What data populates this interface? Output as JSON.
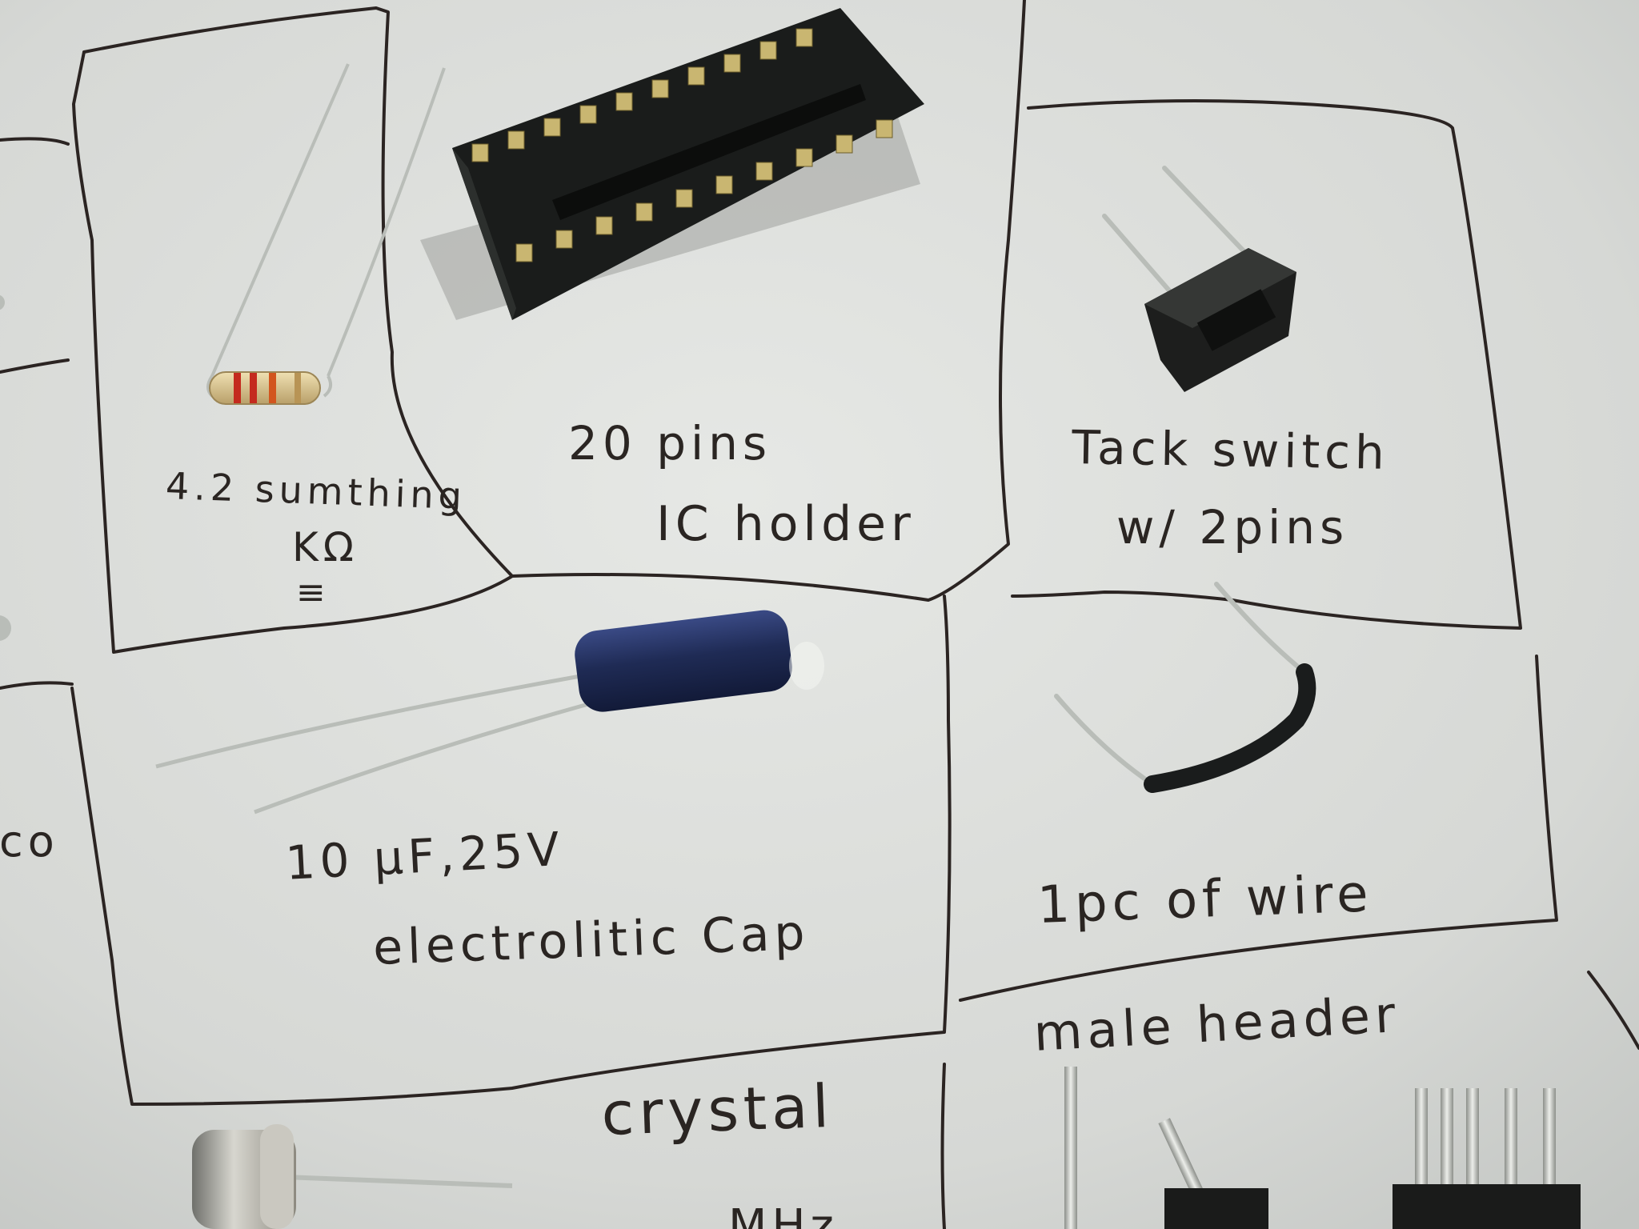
{
  "labels": {
    "resistor_value": "4.2 sumthing",
    "resistor_unit": "KΩ",
    "resistor_mark": "≡",
    "ic_pins": "20 pins",
    "ic_name": "IC holder",
    "switch_name": "Tack switch",
    "switch_pins": "w/ 2pins",
    "cap_rating": "10 μF,25V",
    "cap_name": "electrolitic Cap",
    "wire": "1pc of wire",
    "header": "male header",
    "crystal": "crystal",
    "crystal_freq": "MHz",
    "edge_fragment": "ico"
  },
  "colors": {
    "paper": "#dcdedb",
    "ink": "#2a2522",
    "cap_body": "#1f2b55",
    "socket": "#1a1c1b",
    "lead": "#b9bdb8",
    "resistor_body": "#d8c28e",
    "resistor_band": "#c42a1e"
  }
}
